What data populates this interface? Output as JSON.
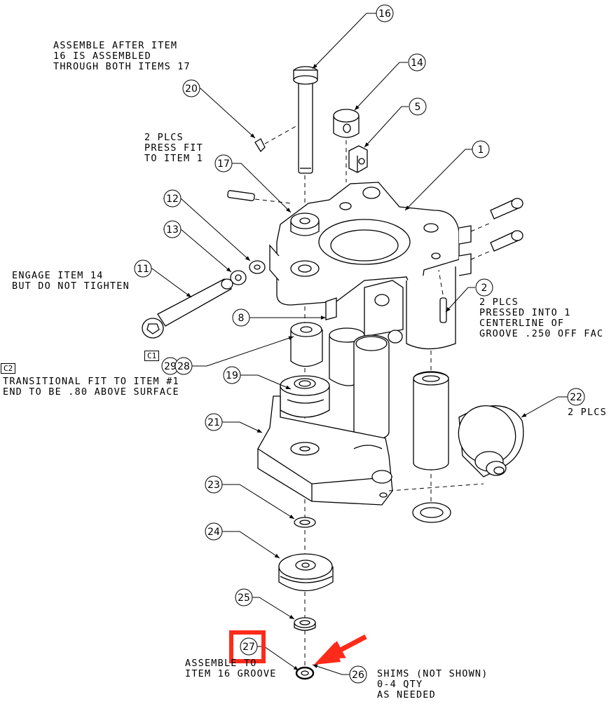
{
  "balloons": {
    "b1": "1",
    "b2": "2",
    "b5": "5",
    "b8": "8",
    "b11": "11",
    "b12": "12",
    "b13": "13",
    "b14": "14",
    "b16": "16",
    "b17": "17",
    "b19": "19",
    "b20": "20",
    "b21": "21",
    "b22": "22",
    "b23": "23",
    "b24": "24",
    "b25": "25",
    "b26": "26",
    "b27": "27",
    "b28": "28",
    "b29": "29"
  },
  "notes": {
    "assemble_after": "ASSEMBLE AFTER ITEM\n16 IS ASSEMBLED\nTHROUGH BOTH ITEMS 17",
    "press_fit": "2 PLCS\nPRESS FIT\nTO ITEM 1",
    "engage": "ENGAGE ITEM 14\nBUT DO NOT TIGHTEN",
    "transitional": "TRANSITIONAL FIT TO ITEM #1\nEND TO BE .80 ABOVE SURFACE",
    "pressed_into": "2 PLCS\nPRESSED INTO 1\nCENTERLINE OF\nGROOVE .250 OFF FAC",
    "two_plcs_22": "2 PLCS",
    "assemble_to": "ASSEMBLE TO\nITEM 16 GROOVE",
    "shims": "SHIMS (NOT SHOWN)\n0-4 QTY\nAS NEEDED"
  },
  "callouts": {
    "c1": "C1",
    "c2": "C2"
  },
  "colors": {
    "line": "#000000",
    "highlight": "#ff2b1a",
    "background": "#ffffff"
  }
}
